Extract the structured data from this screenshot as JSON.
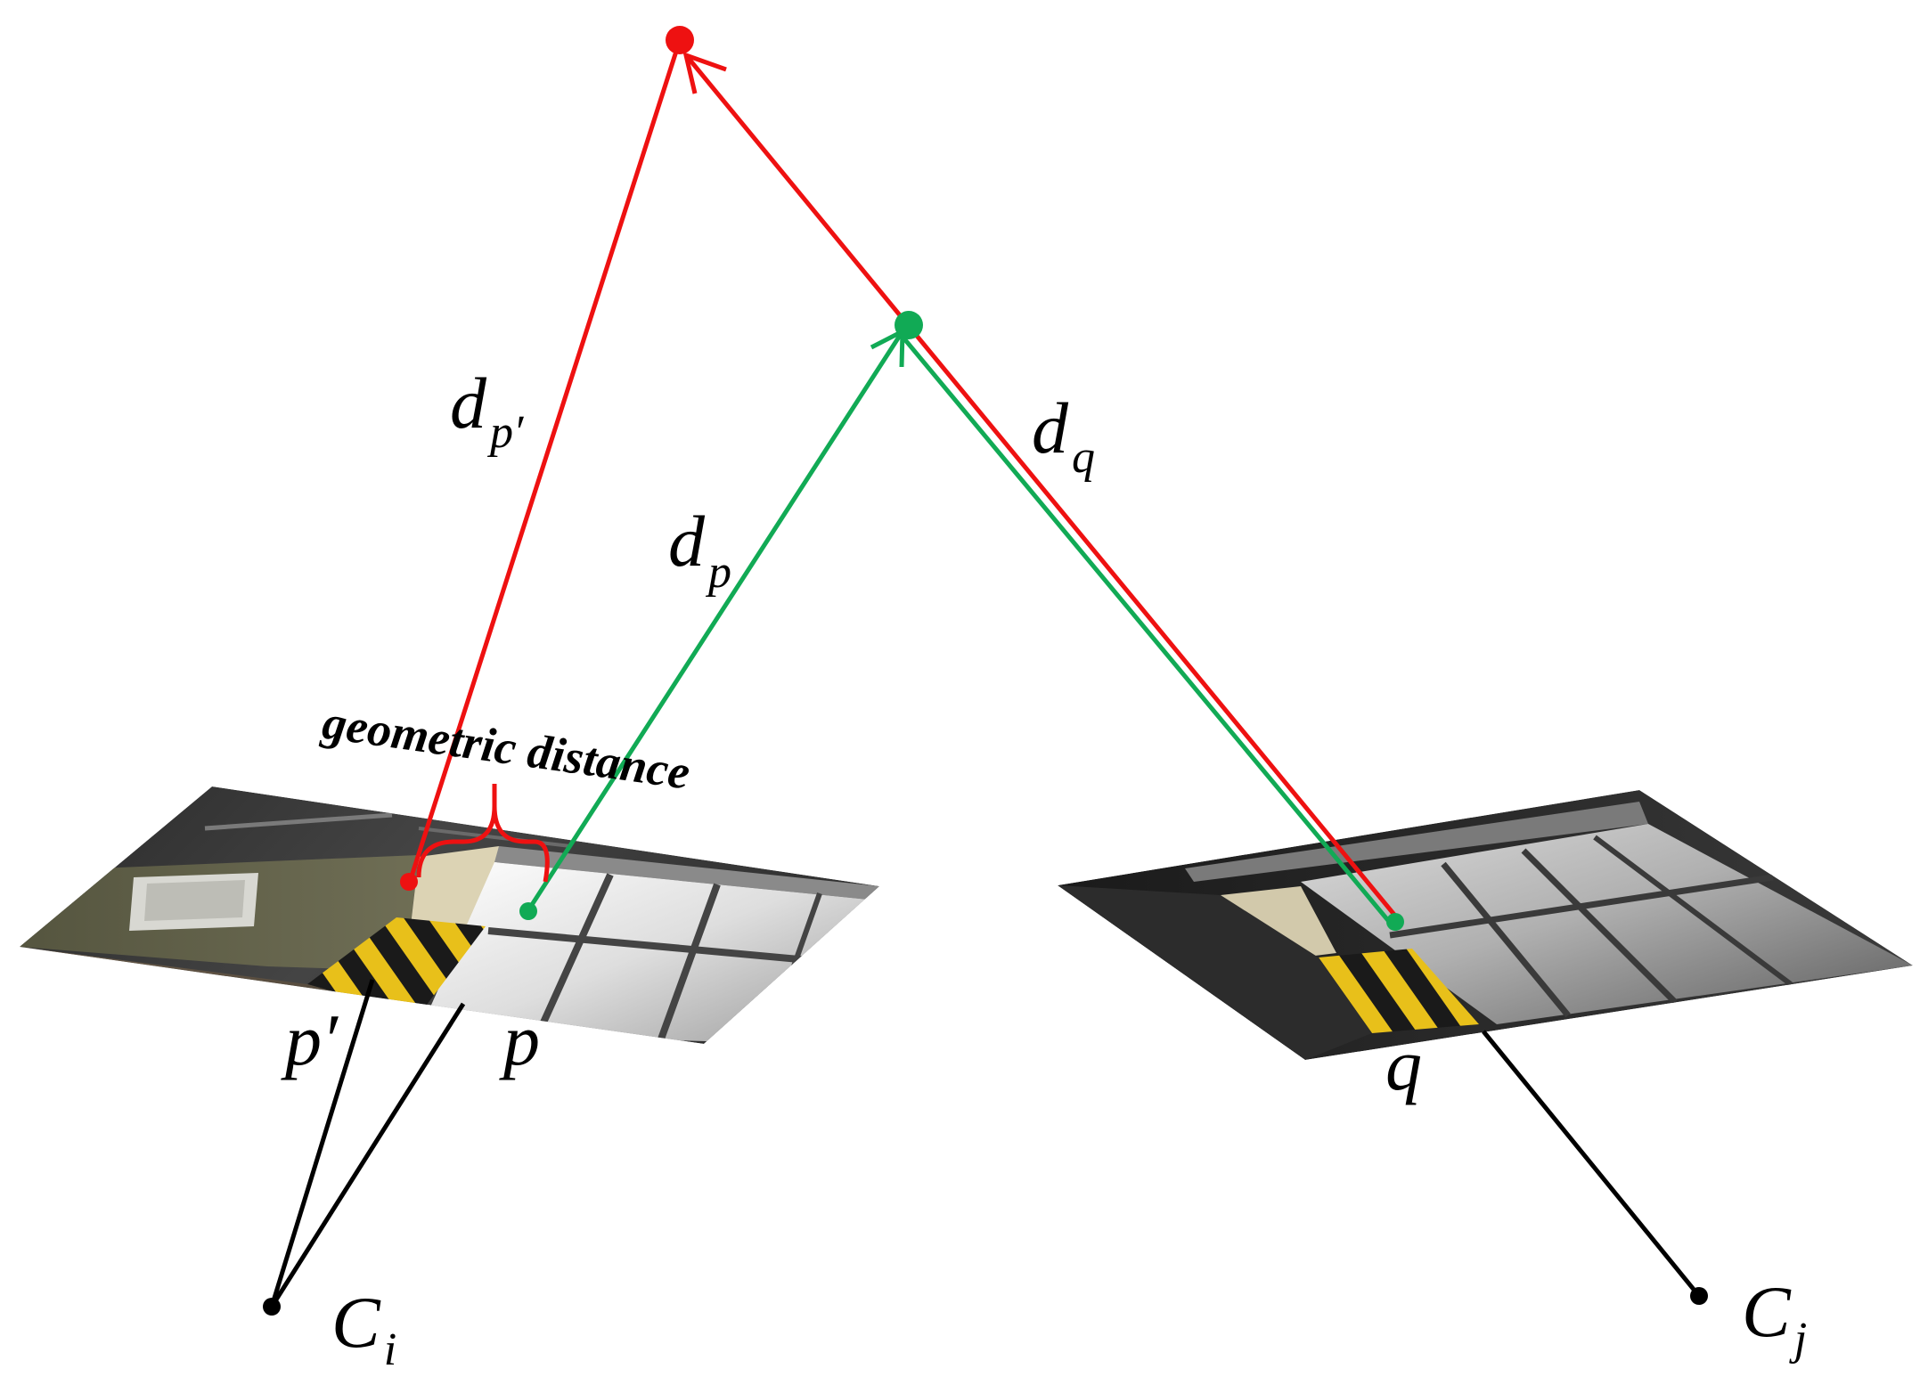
{
  "labels": {
    "d_p_prime": {
      "main": "d",
      "sub": "p′"
    },
    "d_p": {
      "main": "d",
      "sub": "p"
    },
    "d_q": {
      "main": "d",
      "sub": "q"
    },
    "p_prime": "p′",
    "p": "p",
    "q": "q",
    "camera_i": {
      "main": "C",
      "sub": "i"
    },
    "camera_j": {
      "main": "C",
      "sub": "j"
    },
    "geometric_distance": "geometric distance"
  },
  "colors": {
    "red_ray": "#ee1111",
    "green_ray": "#11aa55",
    "camera_line": "#000000",
    "hazard_yellow": "#e8c01a",
    "hazard_black": "#1a1a1a"
  }
}
